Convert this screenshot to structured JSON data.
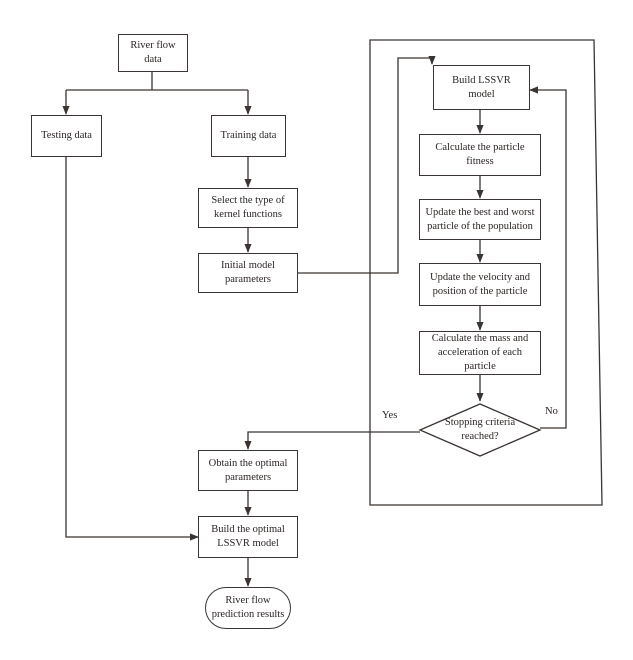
{
  "nodes": {
    "river_flow_data": "River flow\ndata",
    "testing_data": "Testing data",
    "training_data": "Training data",
    "select_kernel": "Select the type of\nkernel functions",
    "initial_params": "Initial model\nparameters",
    "build_lssvr": "Build LSSVR\nmodel",
    "calc_fitness": "Calculate the particle\nfitness",
    "update_best_worst": "Update the best and worst\nparticle of the population",
    "update_velocity": "Update the velocity and\nposition of the particle",
    "calc_mass": "Calculate the mass and\nacceleration of each\nparticle",
    "stopping_criteria": "Stopping criteria\nreached?",
    "obtain_optimal": "Obtain the optimal\nparameters",
    "build_optimal": "Build the optimal\nLSSVR model",
    "prediction_results": "River flow\nprediction results"
  },
  "edge_labels": {
    "yes": "Yes",
    "no": "No"
  },
  "colors": {
    "line": "#3a3432",
    "text": "#2b2523",
    "background": "#ffffff"
  }
}
